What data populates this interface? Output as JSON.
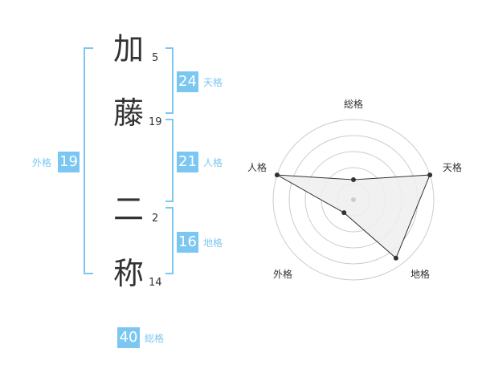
{
  "name": {
    "chars": [
      {
        "char": "加",
        "strokes": "5"
      },
      {
        "char": "藤",
        "strokes": "19"
      },
      {
        "char": "二",
        "strokes": "2"
      },
      {
        "char": "称",
        "strokes": "14"
      }
    ]
  },
  "fortunes": {
    "ten": {
      "value": "24",
      "label": "天格"
    },
    "jin": {
      "value": "21",
      "label": "人格"
    },
    "chi": {
      "value": "16",
      "label": "地格"
    },
    "gai": {
      "value": "19",
      "label": "外格"
    },
    "sou": {
      "value": "40",
      "label": "総格"
    }
  },
  "colors": {
    "accent": "#7cc7f2",
    "text": "#333333",
    "grid": "#cccccc",
    "fill": "#eeeeee"
  },
  "chart_data": {
    "type": "radar",
    "axes": [
      "総格",
      "天格",
      "地格",
      "外格",
      "人格"
    ],
    "values": [
      0.25,
      1.0,
      0.9,
      0.2,
      1.0
    ],
    "max": 1,
    "rings": 5
  }
}
